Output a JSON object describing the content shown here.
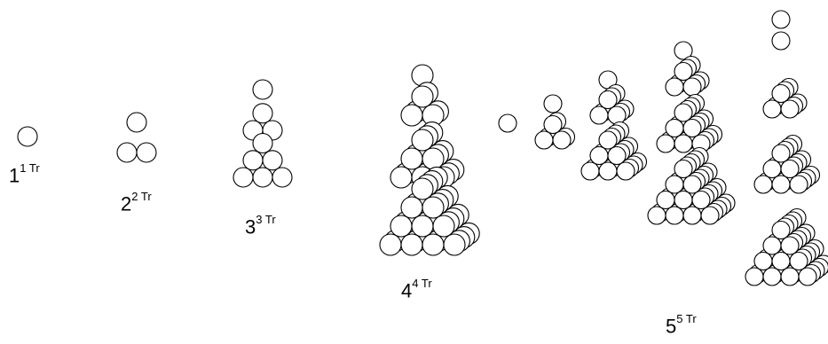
{
  "labels": [
    {
      "base": "1",
      "exp": "1 Tr"
    },
    {
      "base": "2",
      "exp": "2 Tr"
    },
    {
      "base": "3",
      "exp": "3 Tr"
    },
    {
      "base": "4",
      "exp": "4 Tr"
    },
    {
      "base": "5",
      "exp": "5 Tr"
    }
  ],
  "colors": {
    "stroke": "#000000",
    "fill": "#ffffff"
  }
}
